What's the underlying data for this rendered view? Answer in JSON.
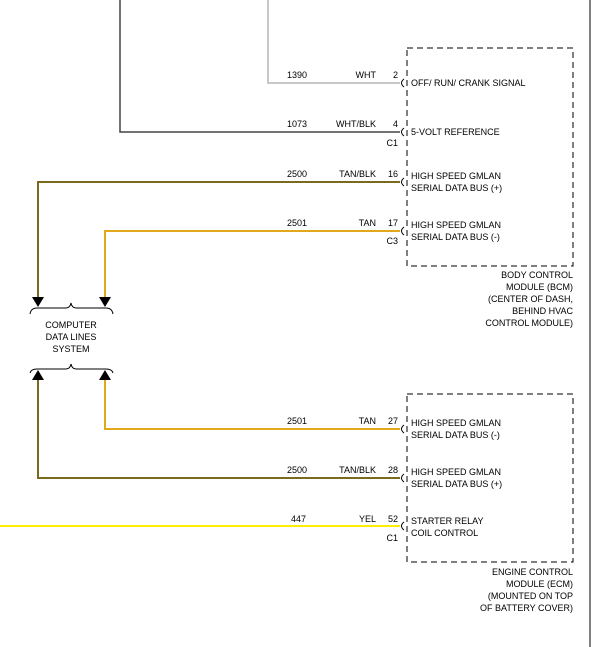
{
  "colors": {
    "wht": "#c8c8c8",
    "wht_blk": "#444444",
    "tan_blk": "#7a6a1e",
    "tan": "#e2a71a",
    "yel": "#ffee00",
    "black": "#000000"
  },
  "bcm": {
    "label_lines": [
      "BODY CONTROL",
      "MODULE (BCM)",
      "(CENTER OF DASH,",
      "BEHIND HVAC",
      "CONTROL MODULE)"
    ],
    "circuits": [
      {
        "circuit": "1390",
        "color": "WHT",
        "pin": "2",
        "desc1": "OFF/ RUN/ CRANK SIGNAL",
        "desc2": "",
        "connector": ""
      },
      {
        "circuit": "1073",
        "color": "WHT/BLK",
        "pin": "4",
        "desc1": "5-VOLT REFERENCE",
        "desc2": "",
        "connector": "C1"
      },
      {
        "circuit": "2500",
        "color": "TAN/BLK",
        "pin": "16",
        "desc1": "HIGH SPEED GMLAN",
        "desc2": "SERIAL DATA BUS (+)",
        "connector": ""
      },
      {
        "circuit": "2501",
        "color": "TAN",
        "pin": "17",
        "desc1": "HIGH SPEED GMLAN",
        "desc2": "SERIAL DATA BUS (-)",
        "connector": "C3"
      }
    ]
  },
  "ecm": {
    "label_lines": [
      "ENGINE CONTROL",
      "MODULE (ECM)",
      "(MOUNTED ON TOP",
      "OF BATTERY COVER)"
    ],
    "circuits": [
      {
        "circuit": "2501",
        "color": "TAN",
        "pin": "27",
        "desc1": "HIGH SPEED GMLAN",
        "desc2": "SERIAL DATA BUS (-)",
        "connector": ""
      },
      {
        "circuit": "2500",
        "color": "TAN/BLK",
        "pin": "28",
        "desc1": "HIGH SPEED GMLAN",
        "desc2": "SERIAL DATA BUS (+)",
        "connector": ""
      },
      {
        "circuit": "447",
        "color": "YEL",
        "pin": "52",
        "desc1": "STARTER RELAY",
        "desc2": "COIL CONTROL",
        "connector": "C1"
      }
    ]
  },
  "data_lines": {
    "label_lines": [
      "COMPUTER",
      "DATA LINES",
      "SYSTEM"
    ]
  }
}
